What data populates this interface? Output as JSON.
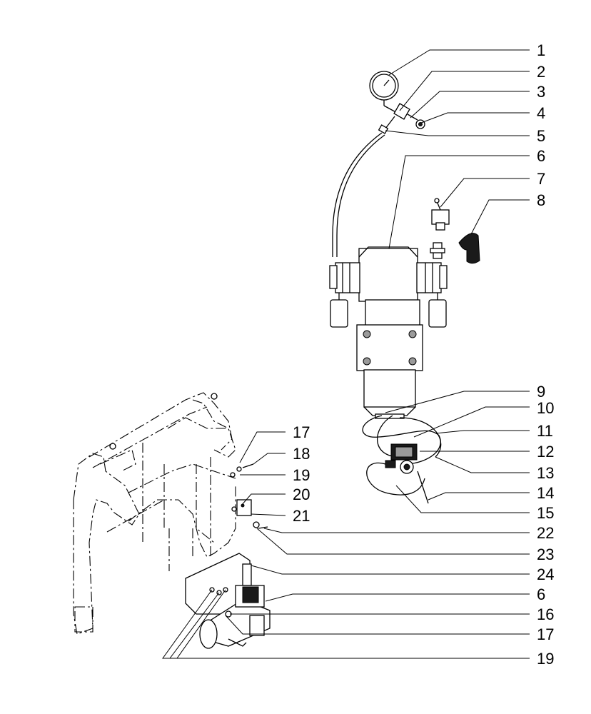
{
  "callouts": [
    {
      "id": "c1",
      "label": "1"
    },
    {
      "id": "c2",
      "label": "2"
    },
    {
      "id": "c3",
      "label": "3"
    },
    {
      "id": "c4",
      "label": "4"
    },
    {
      "id": "c5",
      "label": "5"
    },
    {
      "id": "c6a",
      "label": "6"
    },
    {
      "id": "c7",
      "label": "7"
    },
    {
      "id": "c8",
      "label": "8"
    },
    {
      "id": "c9",
      "label": "9"
    },
    {
      "id": "c10",
      "label": "10"
    },
    {
      "id": "c11",
      "label": "11"
    },
    {
      "id": "c12",
      "label": "12"
    },
    {
      "id": "c13",
      "label": "13"
    },
    {
      "id": "c14",
      "label": "14"
    },
    {
      "id": "c15",
      "label": "15"
    },
    {
      "id": "c17a",
      "label": "17"
    },
    {
      "id": "c18",
      "label": "18"
    },
    {
      "id": "c19a",
      "label": "19"
    },
    {
      "id": "c20",
      "label": "20"
    },
    {
      "id": "c21",
      "label": "21"
    },
    {
      "id": "c22",
      "label": "22"
    },
    {
      "id": "c23",
      "label": "23"
    },
    {
      "id": "c24",
      "label": "24"
    },
    {
      "id": "c6b",
      "label": "6"
    },
    {
      "id": "c16",
      "label": "16"
    },
    {
      "id": "c17b",
      "label": "17"
    },
    {
      "id": "c19b",
      "label": "19"
    }
  ]
}
